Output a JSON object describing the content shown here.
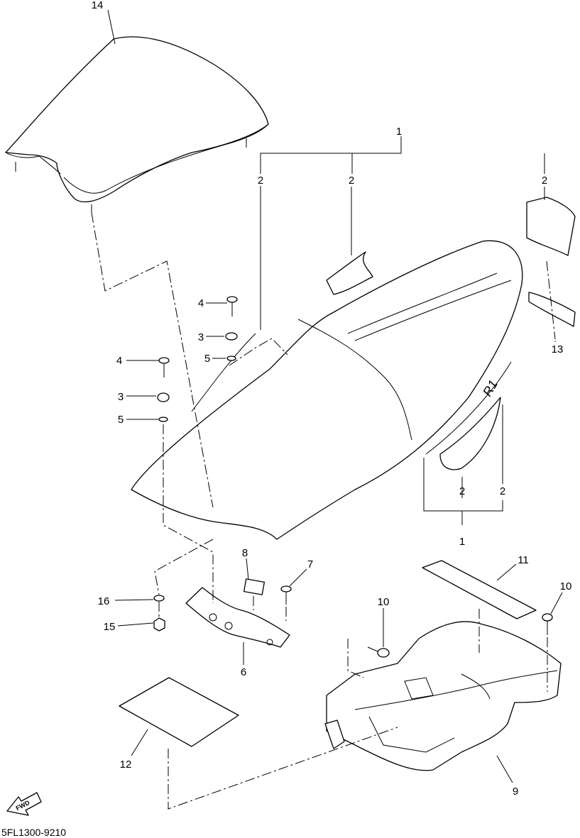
{
  "diagram": {
    "code": "5FL1300-9210",
    "fwd_label": "FWD",
    "callouts": {
      "c1_top": "1",
      "c1_bottom": "1",
      "c2_a": "2",
      "c2_b": "2",
      "c2_c": "2",
      "c2_d": "2",
      "c2_e": "2",
      "c3_a": "3",
      "c3_b": "3",
      "c4_a": "4",
      "c4_b": "4",
      "c5_a": "5",
      "c5_b": "5",
      "c6": "6",
      "c7": "7",
      "c8": "8",
      "c9": "9",
      "c10_a": "10",
      "c10_b": "10",
      "c11": "11",
      "c12": "12",
      "c13": "13",
      "c14": "14",
      "c15": "15",
      "c16": "16"
    }
  }
}
